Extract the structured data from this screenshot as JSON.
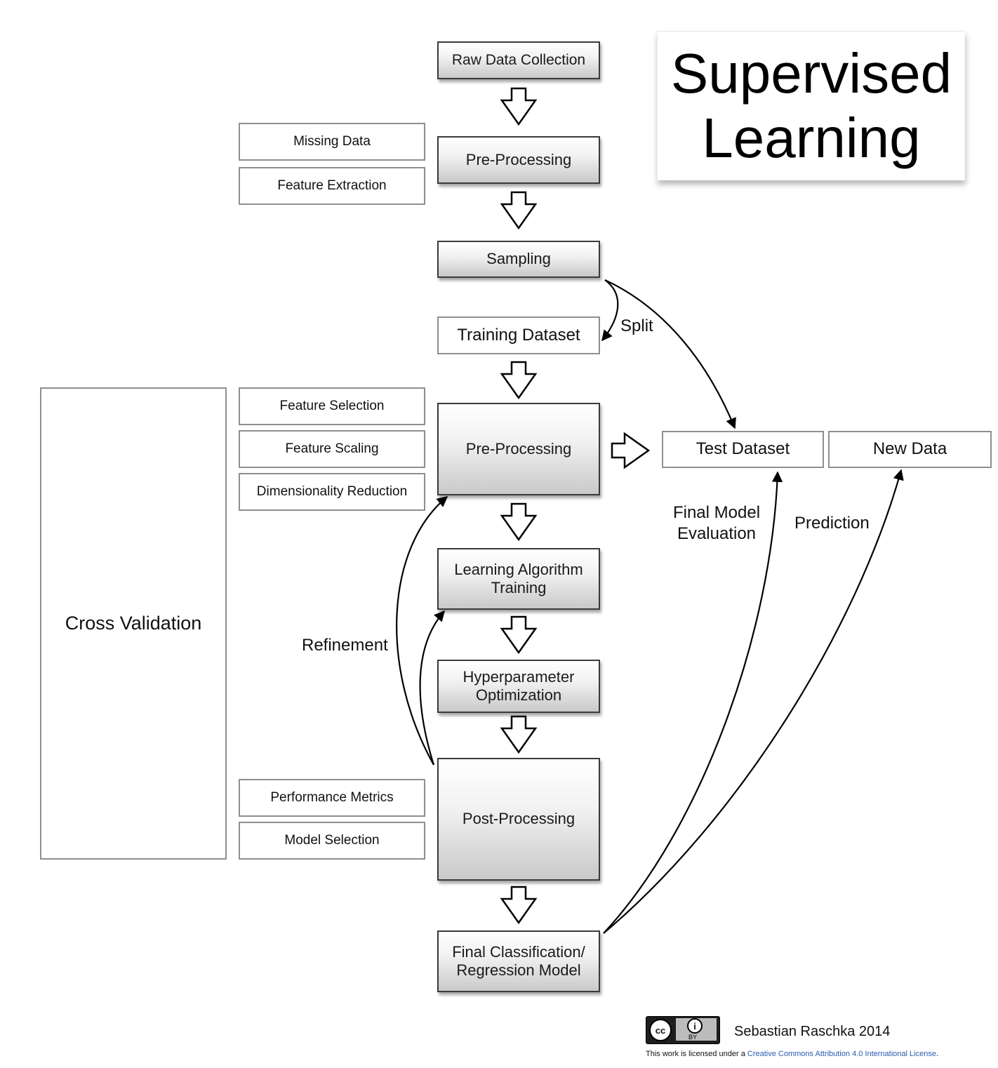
{
  "title": "Supervised\nLearning",
  "main_flow": {
    "raw_data_collection": "Raw Data Collection",
    "pre_processing_1": "Pre-Processing",
    "sampling": "Sampling",
    "training_dataset": "Training Dataset",
    "pre_processing_2": "Pre-Processing",
    "learning_algorithm_training": "Learning Algorithm\nTraining",
    "hyperparameter_optimization": "Hyperparameter\nOptimization",
    "post_processing": "Post-Processing",
    "final_model": "Final Classification/\nRegression Model"
  },
  "side_boxes": {
    "missing_data": "Missing Data",
    "feature_extraction": "Feature Extraction",
    "feature_selection": "Feature Selection",
    "feature_scaling": "Feature Scaling",
    "dimensionality_reduction": "Dimensionality Reduction",
    "performance_metrics": "Performance Metrics",
    "model_selection": "Model Selection",
    "cross_validation": "Cross Validation"
  },
  "right_boxes": {
    "test_dataset": "Test Dataset",
    "new_data": "New Data"
  },
  "edge_labels": {
    "split": "Split",
    "refinement": "Refinement",
    "final_model_evaluation": "Final Model\nEvaluation",
    "prediction": "Prediction"
  },
  "footer": {
    "cc_symbol": "cc",
    "by_symbol": "i",
    "by_text": "BY",
    "author": "Sebastian Raschka 2014",
    "license_prefix": "This work is licensed under a ",
    "license_link": "Creative Commons Attribution 4.0 International License",
    "license_suffix": "."
  },
  "colors": {
    "link": "#2a5ab0",
    "box_border": "#3a3a3a",
    "side_border": "#8f8f8f"
  }
}
